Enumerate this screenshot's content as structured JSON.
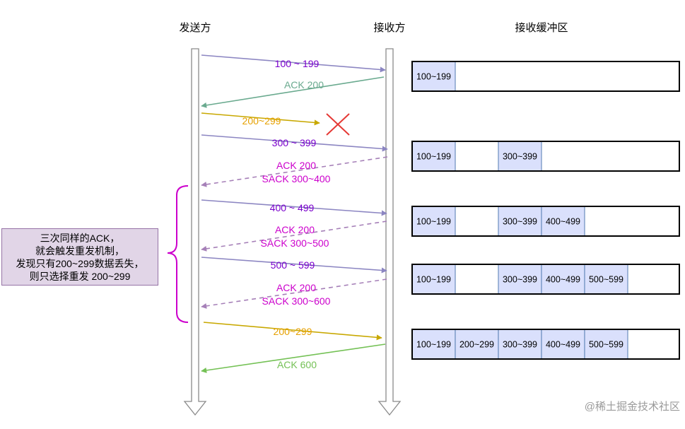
{
  "headers": {
    "sender": "发送方",
    "receiver": "接收方",
    "buffer": "接收缓冲区"
  },
  "colors": {
    "purple_arrow": "#8c86c2",
    "purple_text": "#7a00cc",
    "teal": "#6aaa8f",
    "gold_arrow": "#c8a800",
    "gold_text": "#e6a000",
    "magenta_arrow": "#a680b8",
    "magenta_text": "#cc00cc",
    "green": "#74c155",
    "red_x": "#e53935",
    "brace": "#cc00cc",
    "cell_fill": "#dae0fc",
    "cell_stroke": "#6c8ebf"
  },
  "messages": [
    {
      "label": "100 ~ 199",
      "style": "purple"
    },
    {
      "label": "ACK 200",
      "style": "teal"
    },
    {
      "label": "200~299",
      "style": "gold",
      "lost": true
    },
    {
      "label": "300 ~ 399",
      "style": "purple"
    },
    {
      "label": "ACK 200\nSACK 300~400",
      "style": "magenta"
    },
    {
      "label": "400 ~ 499",
      "style": "purple"
    },
    {
      "label": "ACK 200\nSACK 300~500",
      "style": "magenta"
    },
    {
      "label": "500 ~ 599",
      "style": "purple"
    },
    {
      "label": "ACK 200\nSACK 300~600",
      "style": "magenta"
    },
    {
      "label": "200~299",
      "style": "gold"
    },
    {
      "label": "ACK 600",
      "style": "green"
    }
  ],
  "buffers": [
    [
      "100~199",
      "",
      "",
      "",
      ""
    ],
    [
      "100~199",
      "",
      "300~399",
      "",
      ""
    ],
    [
      "100~199",
      "",
      "300~399",
      "400~499",
      ""
    ],
    [
      "100~199",
      "",
      "300~399",
      "400~499",
      "500~599"
    ],
    [
      "100~199",
      "200~299",
      "300~399",
      "400~499",
      "500~599"
    ]
  ],
  "note": {
    "lines": [
      "三次同样的ACK，",
      "就会触发重发机制，",
      "发现只有200~299数据丢失，",
      "则只选择重发 200~299"
    ]
  },
  "watermark": "@稀土掘金技术社区"
}
